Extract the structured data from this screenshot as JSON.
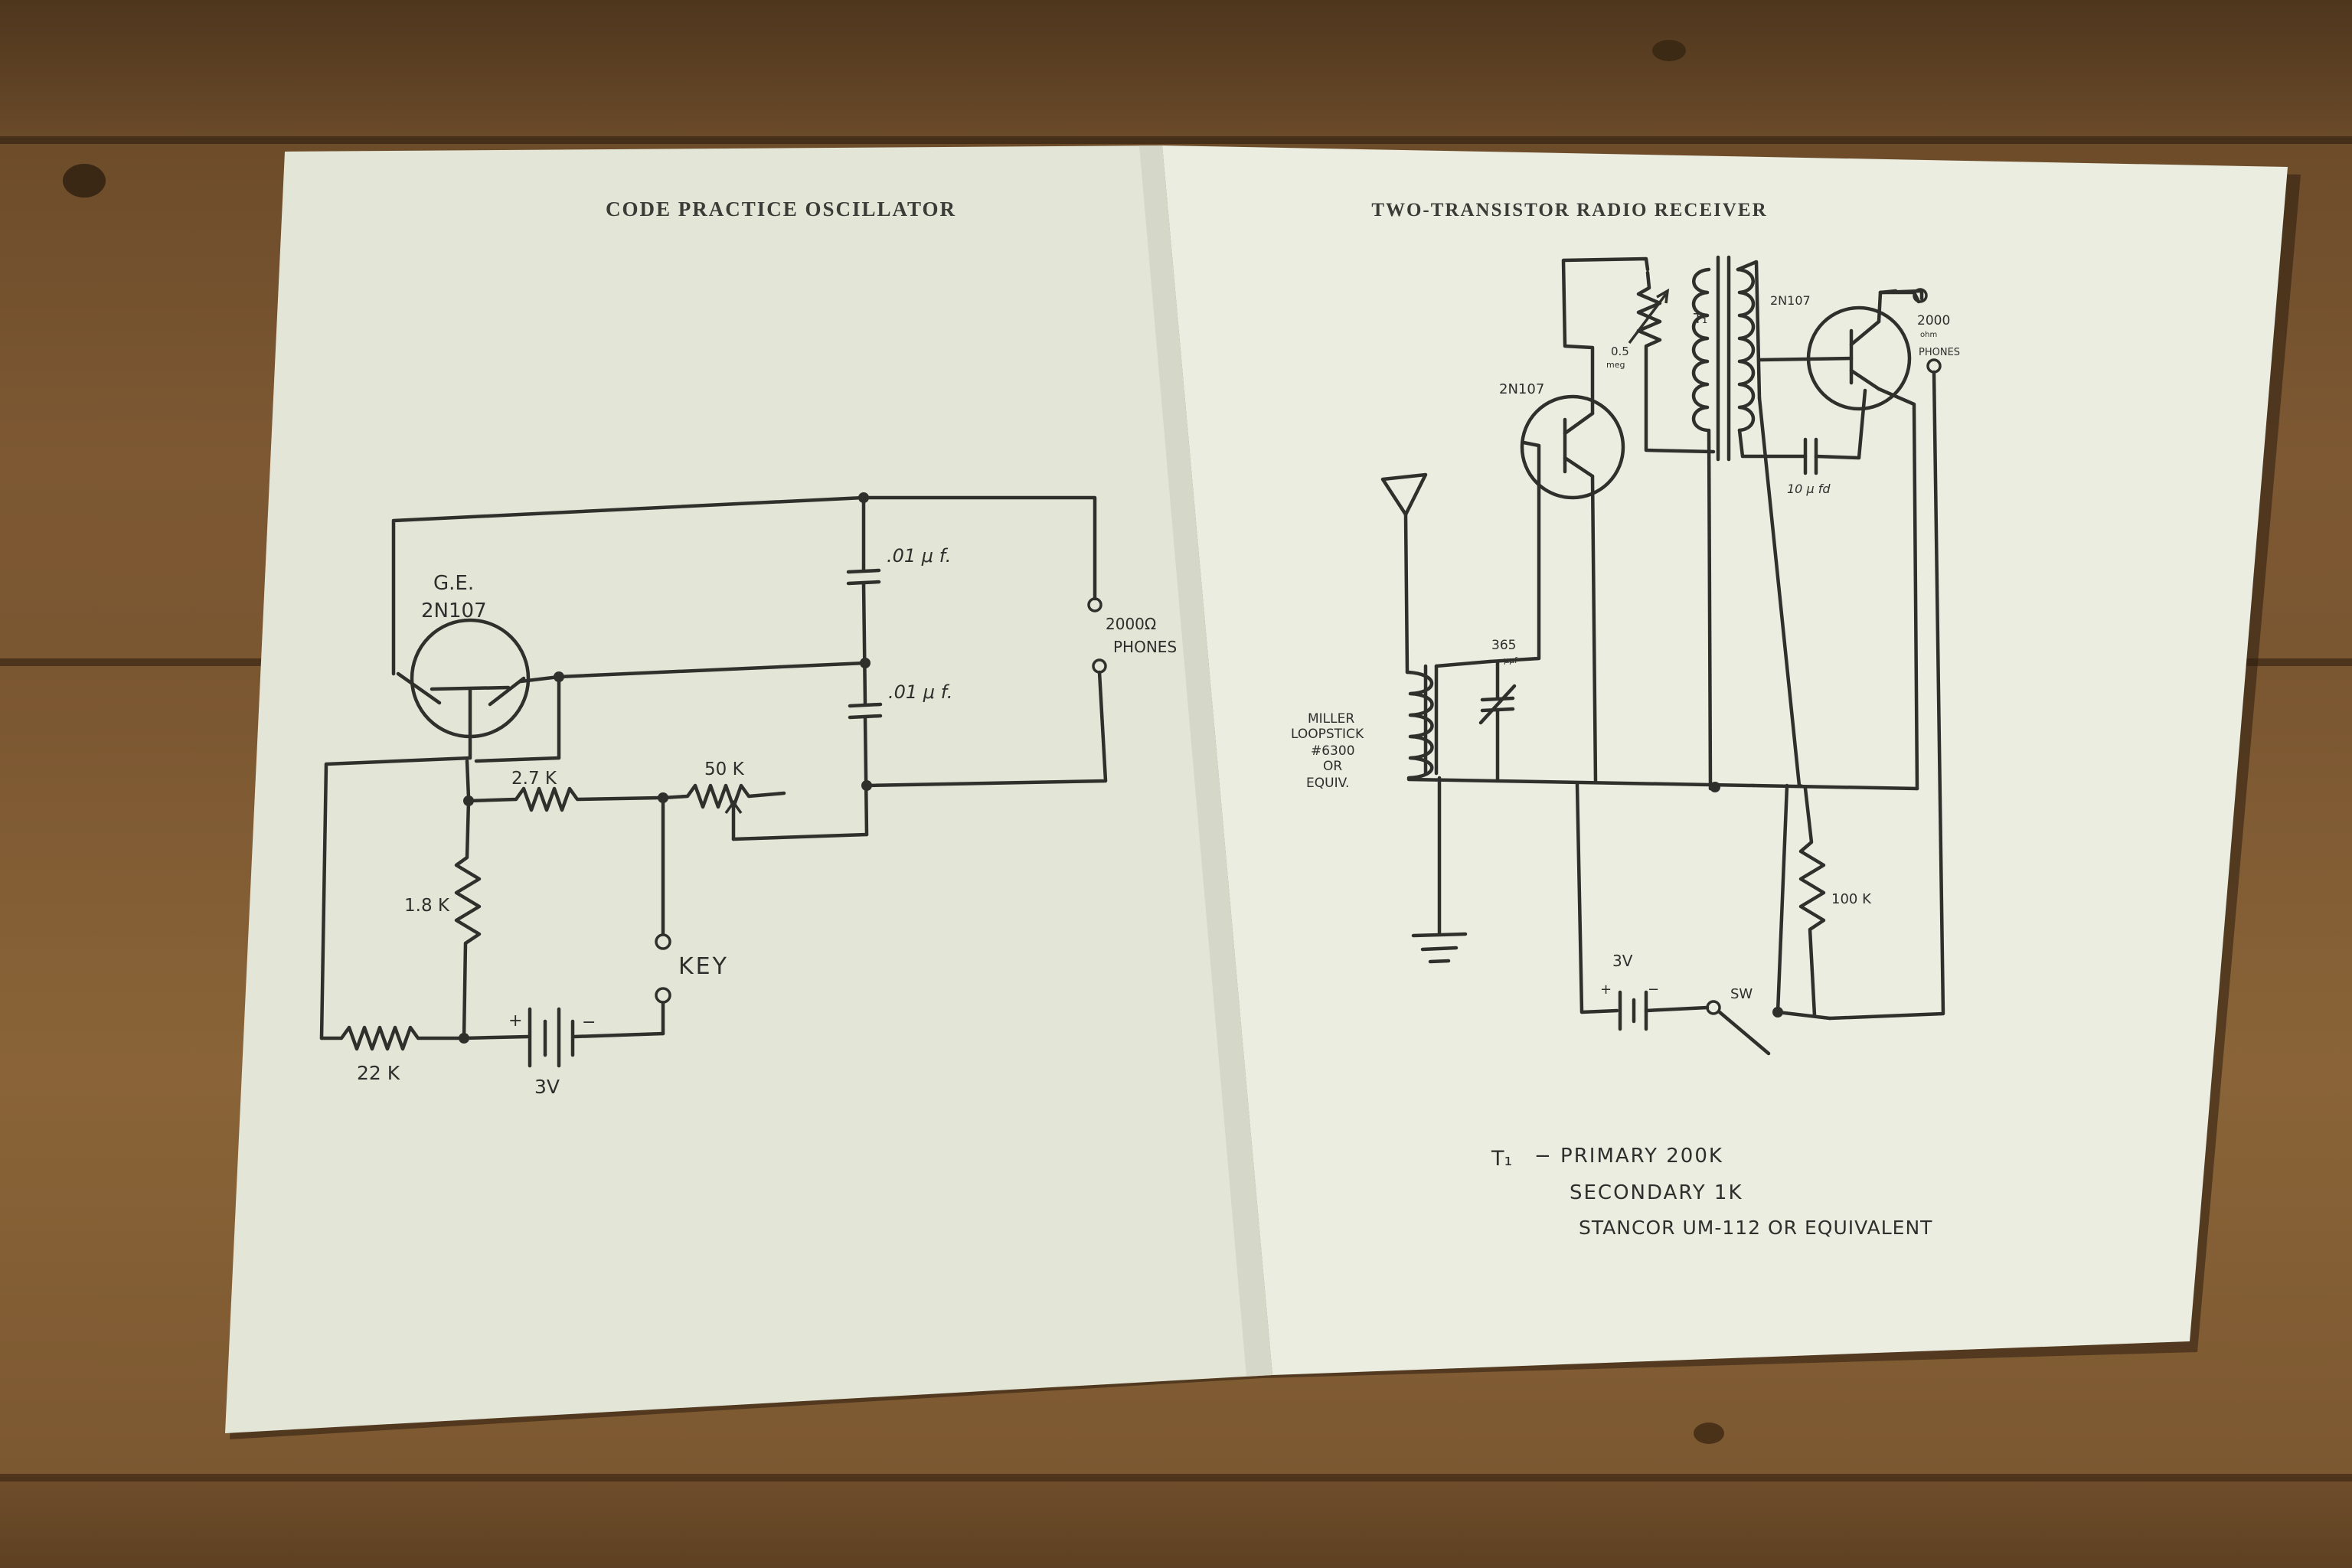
{
  "left_page": {
    "title": "CODE PRACTICE OSCILLATOR",
    "labels": {
      "transistor_make": "G.E.",
      "transistor_model": "2N107",
      "cap1": ".01 μ f.",
      "cap2": ".01 μ f.",
      "phones_ohms": "2000Ω",
      "phones": "PHONES",
      "r_27k": "2.7 K",
      "pot_50k": "50 K",
      "r_18k": "1.8 K",
      "key": "KEY",
      "r_22k": "22 K",
      "battery": "3V",
      "plus": "+",
      "minus": "−"
    }
  },
  "right_page": {
    "title": "TWO-TRANSISTOR RADIO RECEIVER",
    "labels": {
      "t1": "T₁",
      "q1": "2N107",
      "q2": "2N107",
      "pot": "0.5",
      "pot_unit": "meg",
      "cap_10": "10 μ fd",
      "phones_ohms": "2000",
      "phones_unit": "ohm",
      "phones": "PHONES",
      "cap_365": "365",
      "cap_365_unit": "μμf",
      "loopstick_1": "MILLER",
      "loopstick_2": "LOOPSTICK",
      "loopstick_3": "#6300",
      "loopstick_4": "OR",
      "loopstick_5": "EQUIV.",
      "r_100k": "100 K",
      "battery": "3V",
      "plus": "+",
      "minus": "−",
      "switch": "SW"
    },
    "notes": {
      "line1_prefix": "T₁",
      "line1": "−  PRIMARY 200K",
      "line2": "SECONDARY 1K",
      "line3": "STANCOR UM-112 OR EQUIVALENT"
    }
  }
}
